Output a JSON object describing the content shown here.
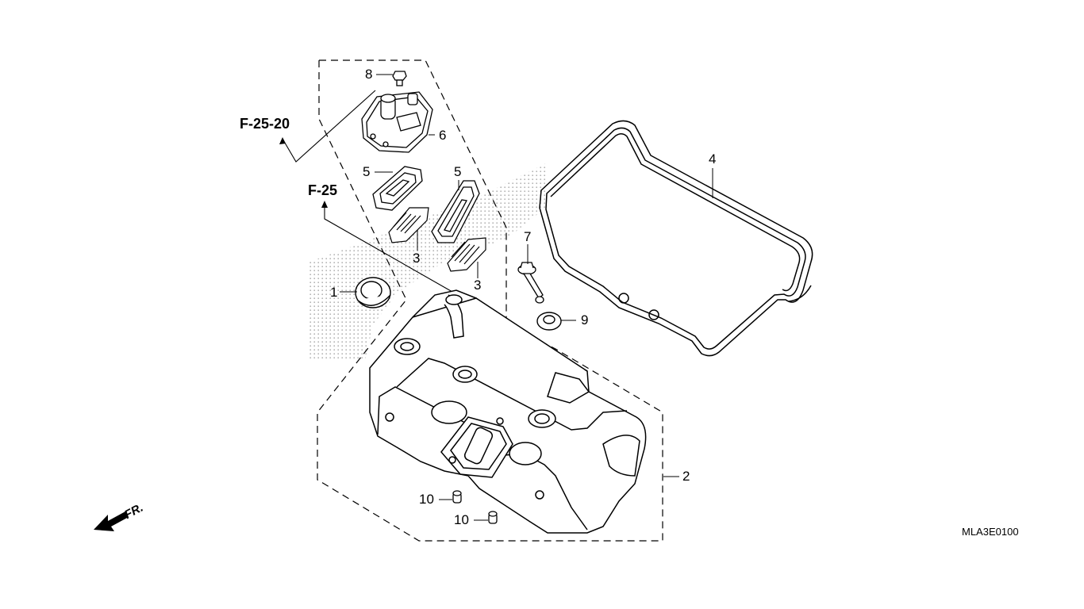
{
  "refs": {
    "f25_20": "F-25-20",
    "f25": "F-25"
  },
  "callouts": {
    "c1": "1",
    "c2": "2",
    "c3a": "3",
    "c3b": "3",
    "c4": "4",
    "c5a": "5",
    "c5b": "5",
    "c6": "6",
    "c7": "7",
    "c8": "8",
    "c9": "9",
    "c10a": "10",
    "c10b": "10"
  },
  "direction": "FR.",
  "diagram_code": "MLA3E0100",
  "icons": {
    "front_arrow": "arrow-left-down-icon"
  },
  "colors": {
    "line": "#000000",
    "background": "#ffffff",
    "halftone": "#bdbdbd"
  }
}
